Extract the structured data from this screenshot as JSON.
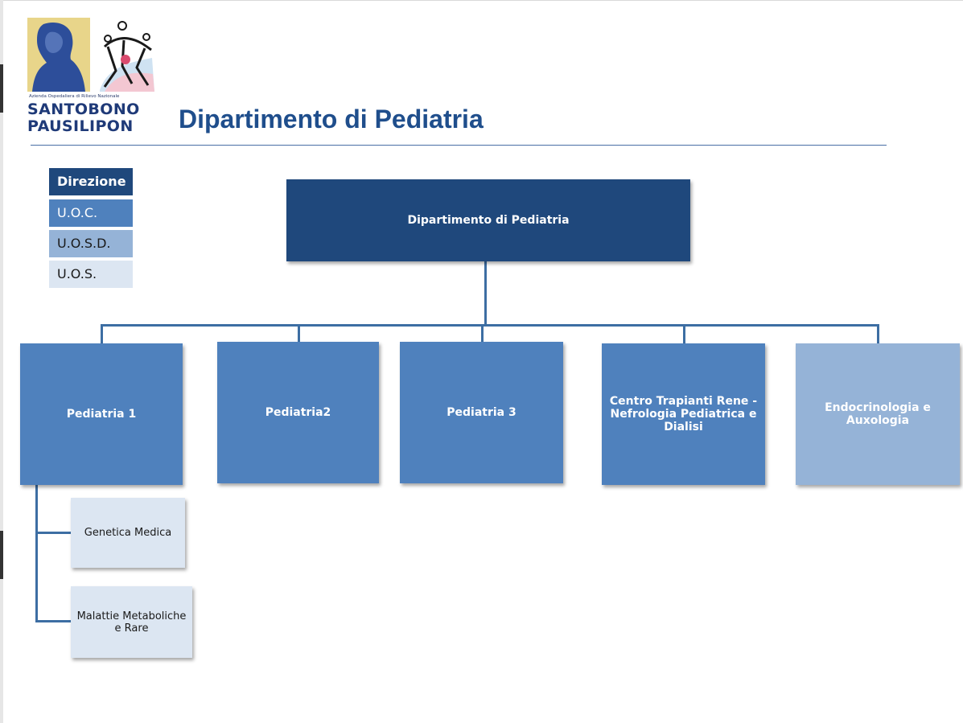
{
  "header": {
    "logo": {
      "subtitle": "Azienda Ospedaliera di Rilievo Nazionale",
      "name_line1": "SANTOBONO",
      "name_line2": "PAUSILIPON"
    },
    "title": "Dipartimento di Pediatria"
  },
  "legend": {
    "items": [
      {
        "label": "Direzione",
        "color": "#1f487c"
      },
      {
        "label": "U.O.C.",
        "color": "#4f81bd"
      },
      {
        "label": "U.O.S.D.",
        "color": "#95b3d7"
      },
      {
        "label": "U.O.S.",
        "color": "#dce6f2"
      }
    ]
  },
  "chart": {
    "root": {
      "label": "Dipartimento di Pediatria",
      "level": "Direzione"
    },
    "units": [
      {
        "label": "Pediatria 1",
        "level": "U.O.C."
      },
      {
        "label": "Pediatria2",
        "level": "U.O.C."
      },
      {
        "label": "Pediatria 3",
        "level": "U.O.C."
      },
      {
        "label": "Centro Trapianti Rene - Nefrologia Pediatrica e Dialisi",
        "level": "U.O.C."
      },
      {
        "label": "Endocrinologia e Auxologia",
        "level": "U.O.S.D."
      }
    ],
    "subunits": [
      {
        "label": "Genetica Medica",
        "level": "U.O.S.",
        "parent": "Pediatria 1"
      },
      {
        "label": "Malattie Metaboliche e Rare",
        "level": "U.O.S.",
        "parent": "Pediatria 1"
      }
    ]
  }
}
